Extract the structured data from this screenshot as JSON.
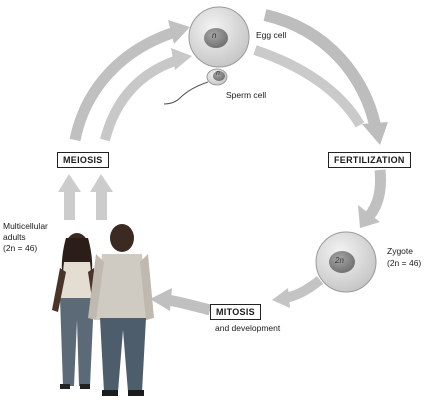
{
  "labels": {
    "egg_cell": "Egg cell",
    "sperm_cell": "Sperm cell",
    "fertilization": "FERTILIZATION",
    "meiosis": "MEIOSIS",
    "zygote": "Zygote",
    "zygote_ploidy": "(2n = 46)",
    "mitosis": "MITOSIS",
    "and_development": "and development",
    "adults_line1": "Multicellular",
    "adults_line2": "adults",
    "adults_ploidy": "(2n = 46)"
  },
  "nuclei": {
    "egg": "n",
    "sperm": "n",
    "zygote": "2n"
  },
  "colors": {
    "arrow": "#b8b8b8",
    "cell_outer": "#d6d6d6",
    "nucleus": "#8a8a8a"
  }
}
